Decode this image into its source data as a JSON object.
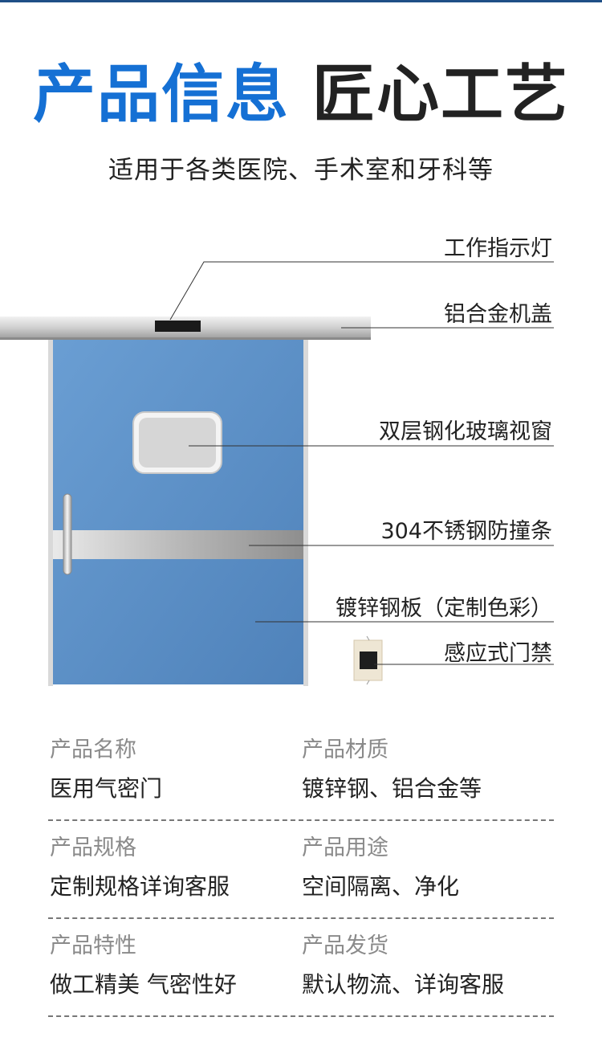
{
  "header": {
    "title_blue": "产品信息",
    "title_dark": "匠心工艺",
    "subtitle": "适用于各类医院、手术室和牙科等"
  },
  "callouts": {
    "indicator_light": "工作指示灯",
    "aluminum_cover": "铝合金机盖",
    "window": "双层钢化玻璃视窗",
    "bumper_strip": "304不锈钢防撞条",
    "door_panel": "镀锌钢板（定制色彩）",
    "access_control": "感应式门禁"
  },
  "specs": [
    {
      "left": {
        "label": "产品名称",
        "value": "医用气密门"
      },
      "right": {
        "label": "产品材质",
        "value": "镀锌钢、铝合金等"
      }
    },
    {
      "left": {
        "label": "产品规格",
        "value": "定制规格详询客服"
      },
      "right": {
        "label": "产品用途",
        "value": "空间隔离、净化"
      }
    },
    {
      "left": {
        "label": "产品特性",
        "value": "做工精美 气密性好"
      },
      "right": {
        "label": "产品发货",
        "value": "默认物流、详询客服"
      }
    }
  ],
  "colors": {
    "accent_blue": "#1570d4",
    "door_blue": "#5b8fc7",
    "text_dark": "#222222",
    "label_gray": "#8a8a8a"
  }
}
